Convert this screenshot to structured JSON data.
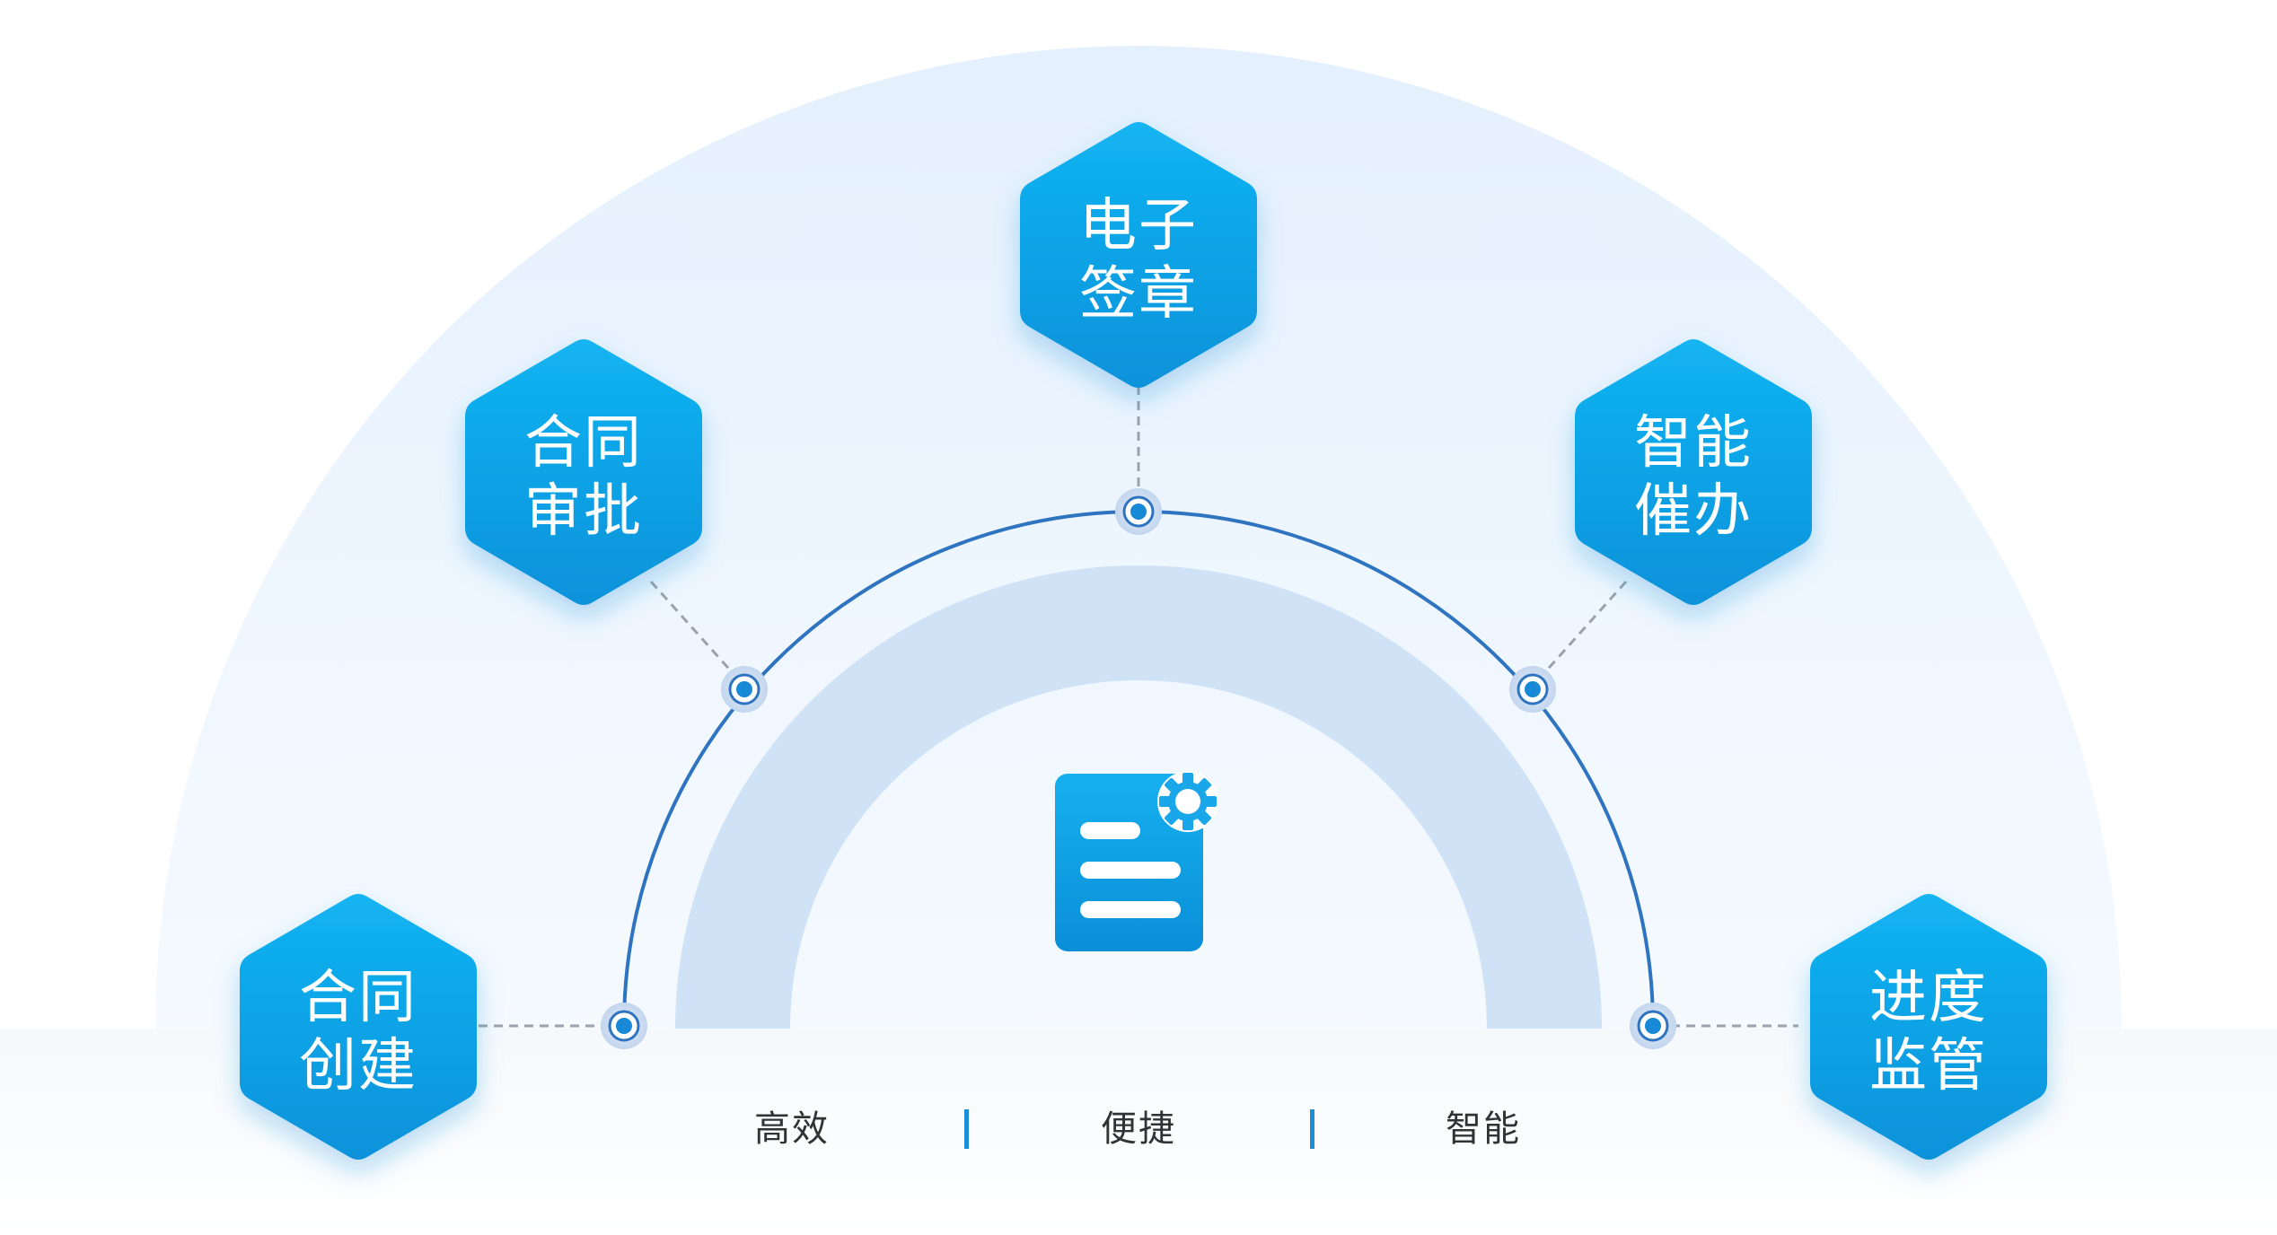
{
  "nodes": [
    {
      "id": "create",
      "line1": "合同",
      "line2": "创建"
    },
    {
      "id": "approve",
      "line1": "合同",
      "line2": "审批"
    },
    {
      "id": "esign",
      "line1": "电子",
      "line2": "签章"
    },
    {
      "id": "urge",
      "line1": "智能",
      "line2": "催办"
    },
    {
      "id": "monitor",
      "line1": "进度",
      "line2": "监管"
    }
  ],
  "keywords": [
    "高效",
    "便捷",
    "智能"
  ],
  "center_icon": "document-gear-icon",
  "colors": {
    "hexagon_top": "#12b2f0",
    "hexagon_bottom": "#0794dc",
    "arc_line": "#2f74c0",
    "inner_arch": "#cfe2f6",
    "outer_dome": "#e6f1fd",
    "separator": "#1a8fd6",
    "text_dark": "#333333"
  }
}
